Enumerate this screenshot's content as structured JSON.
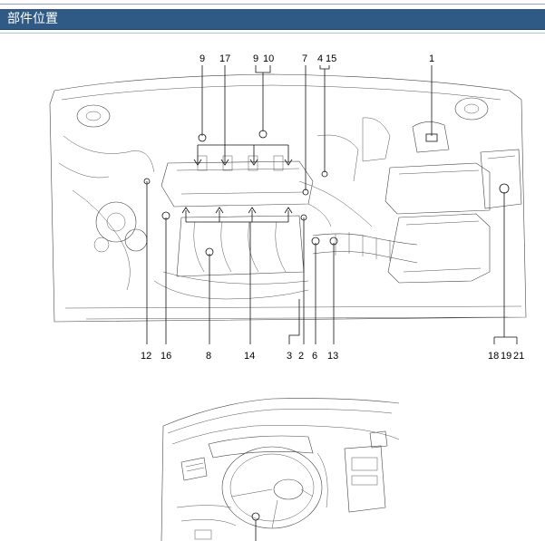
{
  "header": {
    "title": "部件位置"
  },
  "engine_callouts_top": [
    "9",
    "17",
    "9",
    "10",
    "7",
    "4",
    "15",
    "1"
  ],
  "engine_callouts_bottom": [
    "12",
    "16",
    "8",
    "14",
    "3",
    "2",
    "6",
    "13",
    "18",
    "19",
    "21"
  ],
  "colors": {
    "header_bg": "#2f5a86",
    "header_text": "#ffffff",
    "line_art": "#111111"
  },
  "icons": [
    "engine-bay-diagram",
    "dashboard-diagram"
  ]
}
